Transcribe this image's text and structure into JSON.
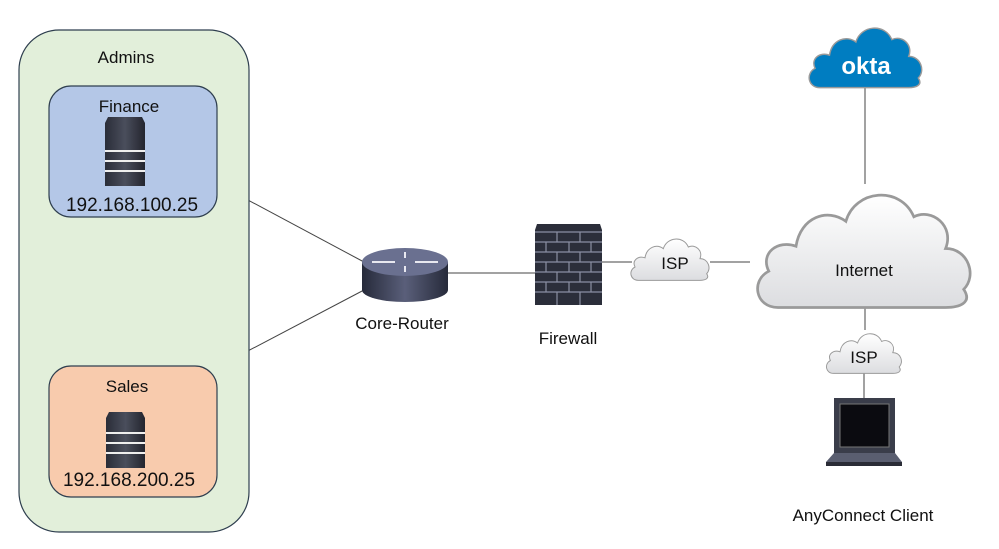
{
  "groups": {
    "admins": {
      "label": "Admins",
      "color": "#e2efda"
    },
    "finance": {
      "label": "Finance",
      "ip": "192.168.100.25",
      "color": "#b4c7e7"
    },
    "sales": {
      "label": "Sales",
      "ip": "192.168.200.25",
      "color": "#f8cbad"
    }
  },
  "nodes": {
    "router": {
      "label": "Core-Router",
      "icon": "router-icon"
    },
    "firewall": {
      "label": "Firewall",
      "icon": "firewall-icon"
    },
    "isp1": {
      "label": "ISP",
      "icon": "cloud-icon"
    },
    "internet": {
      "label": "Internet",
      "icon": "cloud-icon"
    },
    "okta": {
      "label": "okta",
      "icon": "okta-cloud-icon",
      "color": "#007dc1"
    },
    "isp2": {
      "label": "ISP",
      "icon": "cloud-icon"
    },
    "client": {
      "label": "AnyConnect Client",
      "icon": "laptop-icon"
    }
  },
  "links": [
    [
      "finance-server",
      "router"
    ],
    [
      "sales-server",
      "router"
    ],
    [
      "router",
      "firewall"
    ],
    [
      "firewall",
      "isp1"
    ],
    [
      "isp1",
      "internet"
    ],
    [
      "okta",
      "internet"
    ],
    [
      "internet",
      "isp2"
    ],
    [
      "isp2",
      "client"
    ]
  ]
}
